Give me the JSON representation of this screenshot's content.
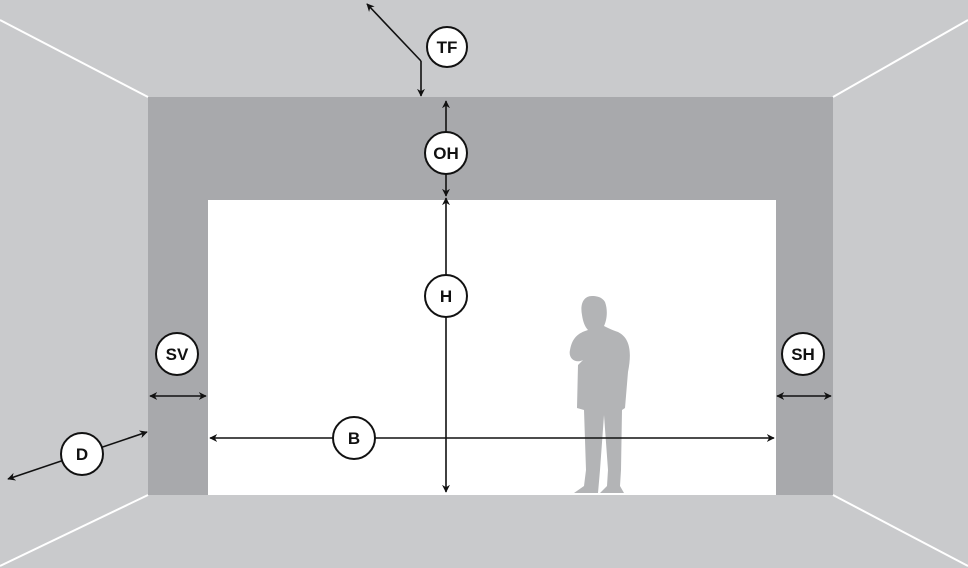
{
  "colors": {
    "room_surfaces": "#c9cacc",
    "frame": "#a8a9ac",
    "opening": "#ffffff",
    "person_silhouette": "#b3b4b6",
    "lines": "#111111",
    "edges": "#ffffff"
  },
  "labels": {
    "tf": "TF",
    "oh": "OH",
    "h": "H",
    "sv": "SV",
    "sh": "SH",
    "b": "B",
    "d": "D"
  }
}
